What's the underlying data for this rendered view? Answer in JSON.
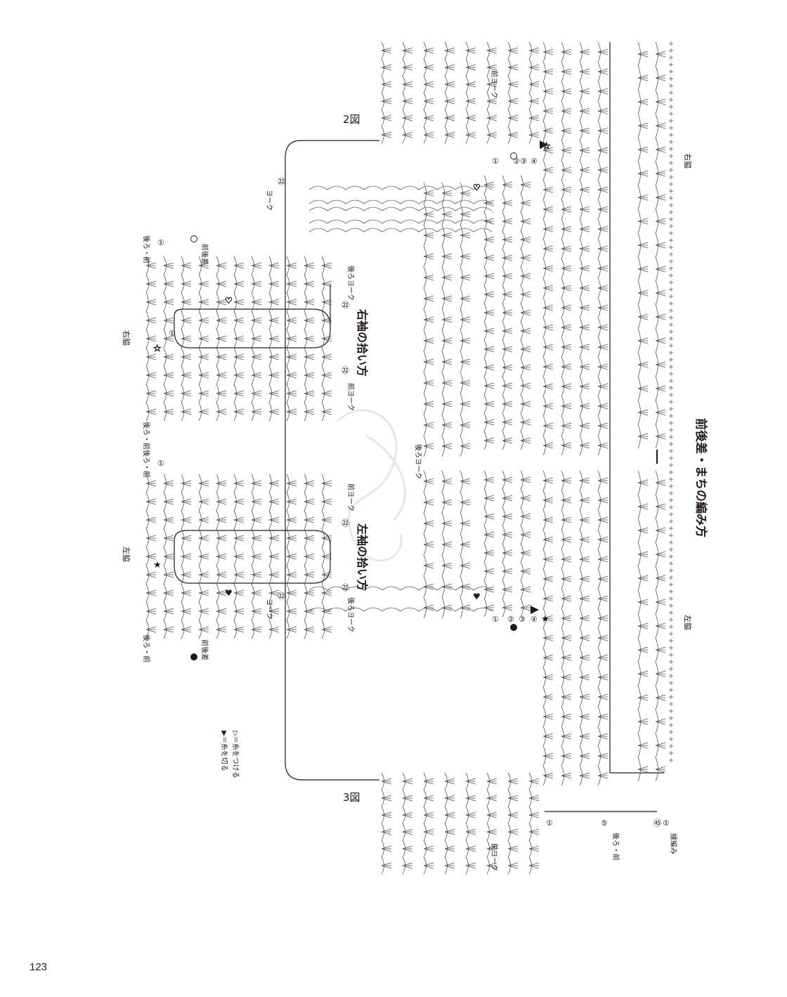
{
  "page": {
    "number": "123"
  },
  "titles": {
    "main": "前後差・まちの編み方",
    "right_sleeve": "右袖の拾い方",
    "left_sleeve": "左袖の拾い方"
  },
  "figures": {
    "fig2": "2図",
    "fig3": "3図"
  },
  "labels": {
    "right_side": "右脇",
    "left_side": "左脇",
    "back_yoke": "後ろヨーク",
    "front_yoke": "前ヨーク",
    "yoke": "ヨーク",
    "back": "後ろ",
    "front": "前",
    "front_back_diff": "前後差",
    "edge_stitch": "縁編み",
    "back_front": "後ろ・前"
  },
  "row_numbers": {
    "r1": "①",
    "r2": "②",
    "r3": "③",
    "r4": "④",
    "r5": "⑤",
    "r22": "㉒",
    "r45": "㊺"
  },
  "legend": {
    "attach_yarn": "▷＝糸をつける",
    "cut_yarn": "▶＝糸を切る"
  },
  "colors": {
    "ink": "#231815",
    "stitch": "#555555",
    "watermark": "#e4e4e4"
  }
}
